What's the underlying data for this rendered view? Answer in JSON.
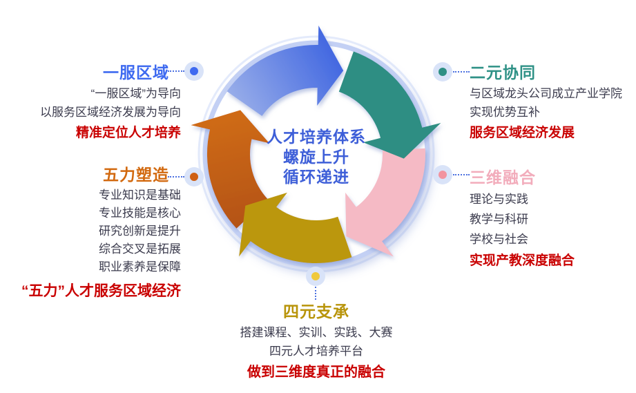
{
  "center": {
    "line1": "人才培养体系",
    "line2": "螺旋上升",
    "line3": "循环递进"
  },
  "sections": {
    "one": {
      "title": "一服区域",
      "lines": [
        "“一服区域”为导向",
        "以服务区域经济发展为导向"
      ],
      "highlight": "精准定位人才培养"
    },
    "two": {
      "title": "二元协同",
      "lines": [
        "与区域龙头公司成立产业学院",
        "实现优势互补"
      ],
      "highlight": "服务区域经济发展"
    },
    "three": {
      "title": "三维融合",
      "lines": [
        "理论与实践",
        "教学与科研",
        "学校与社会"
      ],
      "highlight": "实现产教深度融合"
    },
    "four": {
      "title": "四元支承",
      "lines": [
        "搭建课程、实训、实践、大赛",
        "四元人才培养平台"
      ],
      "highlight": "做到三维度真正的融合"
    },
    "five": {
      "title": "五力塑造",
      "lines": [
        "专业知识是基础",
        "专业技能是核心",
        "研究创新是提升",
        "综合交叉是拓展",
        "职业素养是保障"
      ],
      "highlight": "“五力”人才服务区域经济"
    }
  },
  "colors": {
    "accent_blue": "#3e6af0",
    "arrow_blue_light": "#9fb3ea",
    "arrow_blue_dark": "#3b62e0",
    "arrow_teal": "#2e8e83",
    "arrow_pink": "#f5bac5",
    "arrow_gold": "#bb970d",
    "arrow_orange_dark": "#b35212",
    "arrow_orange_light": "#d06c18",
    "title_teal": "#2e9186",
    "title_pink": "#f2acbb",
    "title_gold": "#b8940a",
    "title_orange": "#d2690f",
    "highlight_red": "#c90000",
    "body_text": "#3b3b4d",
    "dot_halo": "#d9e3f8",
    "ring_rim": "#c3d0f4"
  }
}
